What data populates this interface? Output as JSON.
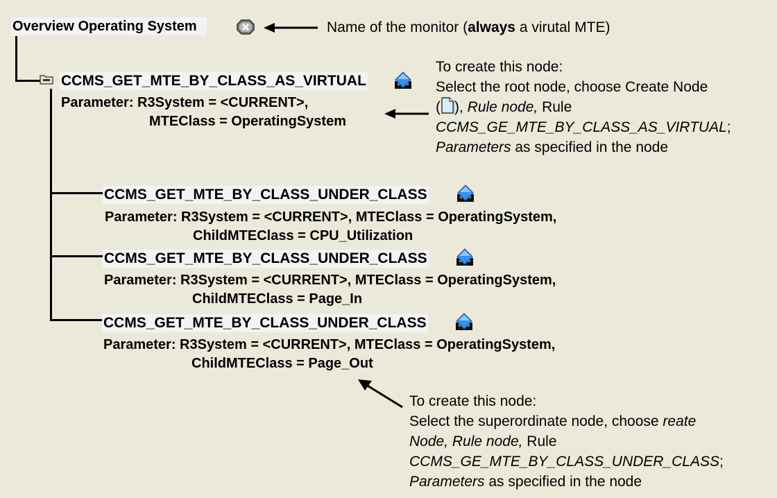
{
  "root": {
    "title": "Overview Operating System",
    "icon": "status-inactive-icon",
    "annotation": {
      "prefix": "Name of the monitor (",
      "bold": "always",
      "suffix": " a virutal MTE)"
    }
  },
  "nodes": [
    {
      "title": "CCMS_GET_MTE_BY_CLASS_AS_VIRTUAL",
      "icon": "rule-node-icon",
      "folder_icon": "folder-icon",
      "param_line1": "Parameter: R3System = <CURRENT>,",
      "param_line2": "MTEClass = OperatingSystem"
    },
    {
      "title": "CCMS_GET_MTE_BY_CLASS_UNDER_CLASS",
      "icon": "rule-node-icon",
      "param_line1": "Parameter: R3System = <CURRENT>, MTEClass = OperatingSystem,",
      "param_line2": "ChildMTEClass = CPU_Utilization"
    },
    {
      "title": "CCMS_GET_MTE_BY_CLASS_UNDER_CLASS",
      "icon": "rule-node-icon",
      "param_line1": "Parameter: R3System = <CURRENT>, MTEClass = OperatingSystem,",
      "param_line2": "ChildMTEClass = Page_In"
    },
    {
      "title": "CCMS_GET_MTE_BY_CLASS_UNDER_CLASS",
      "icon": "rule-node-icon",
      "param_line1": "Parameter: R3System = <CURRENT>, MTEClass = OperatingSystem,",
      "param_line2": "ChildMTEClass = Page_Out"
    }
  ],
  "note_virtual": {
    "line1": "To create this node:",
    "line2": "Select the root node, choose Create Node",
    "line3_open": "(",
    "line3_icon": "create-node-icon",
    "line3_close": "), ",
    "line3_italic": "Rule node,",
    "line3_rest": " Rule",
    "line4_italic": "CCMS_GE_MTE_BY_CLASS_AS_VIRTUAL",
    "line4_rest": ";",
    "line5_italic": "Parameters",
    "line5_rest": " as specified in the node"
  },
  "note_under_class": {
    "line1": "To create this node:",
    "line2_plain": "Select the superordinate node, choose ",
    "line2_italic": "reate",
    "line3_italic1": "Node,",
    "line3_sep": " ",
    "line3_italic2": "Rule node,",
    "line3_rest": " Rule",
    "line4_italic": "CCMS_GE_MTE_BY_CLASS_UNDER_CLASS",
    "line4_rest": ";",
    "line5_italic": "Parameters",
    "line5_rest": " as specified in the node"
  }
}
